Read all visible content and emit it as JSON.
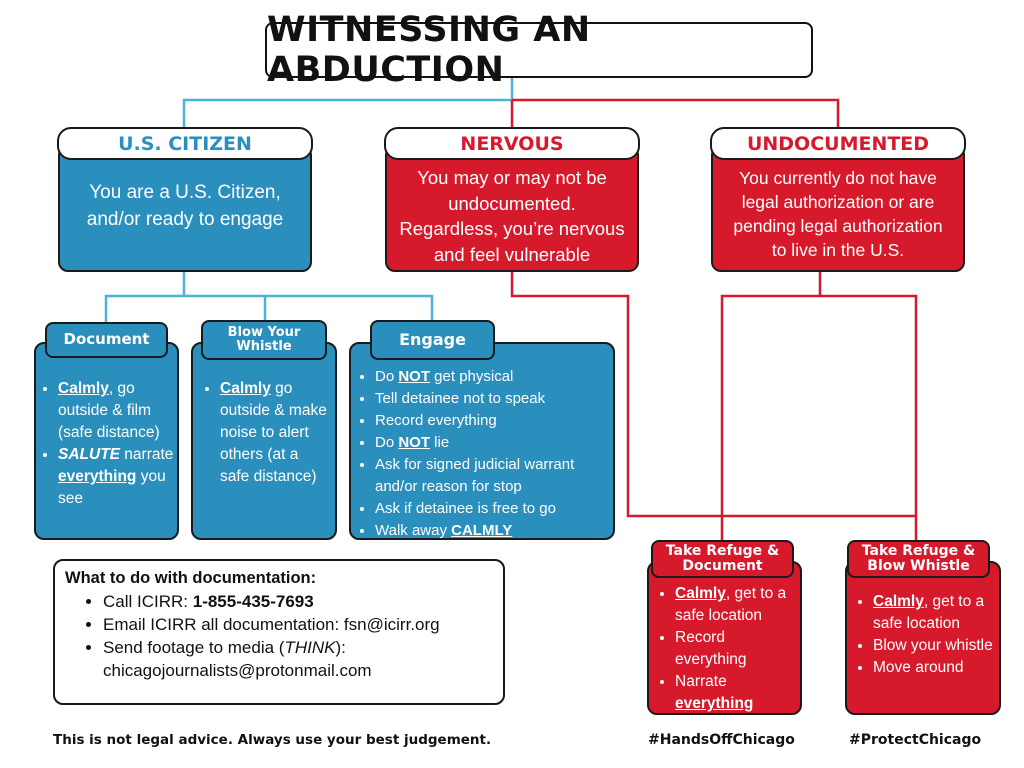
{
  "title": "WITNESSING AN ABDUCTION",
  "colors": {
    "blue": "#2a8fbd",
    "red": "#d61a2c",
    "dark": "#1a1a1a",
    "line_blue": "#4bb3d8"
  },
  "categories": {
    "citizen": {
      "label": "U.S. CITIZEN",
      "description": [
        "You are a U.S. Citizen,",
        "and/or ready to engage"
      ]
    },
    "nervous": {
      "label": "NERVOUS",
      "description": [
        "You may or may not be",
        "undocumented.",
        "Regardless, you’re nervous",
        "and feel vulnerable"
      ]
    },
    "undocumented": {
      "label": "UNDOCUMENTED",
      "description": [
        "You currently do not have",
        "legal authorization or are",
        "pending legal authorization",
        "to live in the U.S."
      ]
    }
  },
  "actions": {
    "document": {
      "label": "Document",
      "items": [
        {
          "strong": "Calmly",
          "text": ", go outside & film (safe distance)"
        },
        {
          "strong": "SALUTE",
          "text": " narrate ",
          "strong2": "everything",
          "text2": " you see"
        }
      ]
    },
    "whistle": {
      "label": "Blow Your Whistle",
      "items": [
        {
          "strong": "Calmly",
          "text": " go outside & make noise to alert others (at a safe distance)"
        }
      ]
    },
    "engage": {
      "label": "Engage",
      "items": [
        {
          "pre": "Do ",
          "strong": "NOT",
          "text": " get physical"
        },
        {
          "pre": "Tell detainee not to speak"
        },
        {
          "pre": "Record everything"
        },
        {
          "pre": "Do ",
          "strong": "NOT",
          "text": " lie"
        },
        {
          "pre": "Ask for signed judicial warrant and/or reason for stop"
        },
        {
          "pre": "Ask if detainee is free to go"
        },
        {
          "pre": "Walk away ",
          "strong": "CALMLY"
        }
      ]
    },
    "refuge_document": {
      "label": "Take Refuge & Document",
      "items": [
        {
          "strong": "Calmly",
          "text": ", get to a safe location"
        },
        {
          "pre": "Record everything"
        },
        {
          "pre": "Narrate ",
          "strong": "everything"
        }
      ]
    },
    "refuge_whistle": {
      "label": "Take Refuge & Blow Whistle",
      "items": [
        {
          "strong": "Calmly",
          "text": ", get to a safe location"
        },
        {
          "pre": "Blow your whistle"
        },
        {
          "pre": "Move around"
        }
      ]
    }
  },
  "documentation": {
    "heading": "What to do with documentation:",
    "call_label": "Call ICIRR: ",
    "call_number": "1-855-435-7693",
    "email_text": "Email ICIRR all documentation: fsn@icirr.org",
    "media_pre": "Send footage to media (",
    "media_think": "THINK",
    "media_post": "):",
    "media_email": "chicagojournalists@protonmail.com"
  },
  "footer": {
    "disclaimer": "This is not legal advice. Always use your best judgement.",
    "hashtag1": "#HandsOffChicago",
    "hashtag2": "#ProtectChicago"
  }
}
